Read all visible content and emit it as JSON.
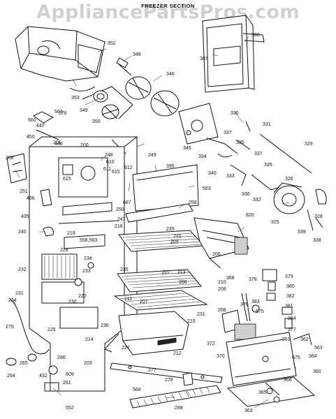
{
  "header": {
    "section_title": "FREEZER SECTION"
  },
  "watermark": {
    "text": "AppliancePartsPros.com"
  },
  "parts": {
    "callouts": [
      "200",
      "201",
      "203",
      "206",
      "206",
      "207",
      "207",
      "208",
      "208",
      "209",
      "210",
      "211",
      "212",
      "213",
      "214",
      "215",
      "216",
      "219",
      "220",
      "224",
      "225",
      "228",
      "230",
      "231",
      "231",
      "231",
      "232",
      "233",
      "234",
      "235",
      "235",
      "236",
      "237",
      "240",
      "247",
      "248",
      "249",
      "250",
      "251",
      "258",
      "261",
      "264",
      "265",
      "268",
      "277",
      "278",
      "279",
      "286",
      "288",
      "325",
      "326",
      "328",
      "329",
      "330",
      "331",
      "332",
      "333",
      "334",
      "335",
      "335",
      "336",
      "337",
      "337",
      "338",
      "339",
      "340",
      "345",
      "346",
      "348",
      "349",
      "350",
      "352",
      "353",
      "360",
      "361",
      "362",
      "363",
      "364",
      "365",
      "366",
      "368",
      "370",
      "372",
      "376",
      "377",
      "378",
      "379",
      "380",
      "381",
      "382",
      "383",
      "384",
      "387",
      "388",
      "395",
      "432",
      "435",
      "446",
      "447",
      "450",
      "456",
      "552",
      "558,563",
      "560",
      "563",
      "563",
      "563",
      "564",
      "575",
      "578",
      "609",
      "610",
      "611",
      "612",
      "615",
      "615",
      "675",
      "687",
      "820"
    ]
  }
}
